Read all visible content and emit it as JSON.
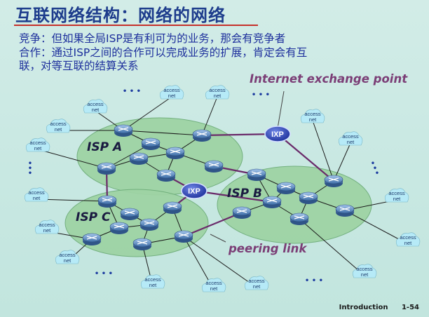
{
  "slide": {
    "title": "互联网络结构：网络的网络",
    "lines": [
      "竞争：但如果全局ISP是有利可为的业务，那会有竞争者",
      "合作：通过ISP之间的合作可以完成业务的扩展，肯定会有互",
      "联，对等互联的结算关系"
    ],
    "footer_section": "Introduction",
    "footer_page": "1-54"
  },
  "diagram": {
    "ixp_label": "IXP",
    "isp_labels": [
      "ISP A",
      "ISP B",
      "ISP C"
    ],
    "access_net_label": "access\nnet",
    "ellipsis": "• • •",
    "vertical_ellipsis": "•\n•\n•",
    "annotations": {
      "internet_exchange_point": "Internet exchange point",
      "peering_link": "peering link"
    },
    "colors": {
      "isp_cloud_fill": "#9ed3a4",
      "router_fill": "#5d8fc6",
      "ixp_fill": "#2f49b8",
      "peering_link": "#6a2a6a",
      "access_cloud": "#b6eaf7"
    }
  }
}
